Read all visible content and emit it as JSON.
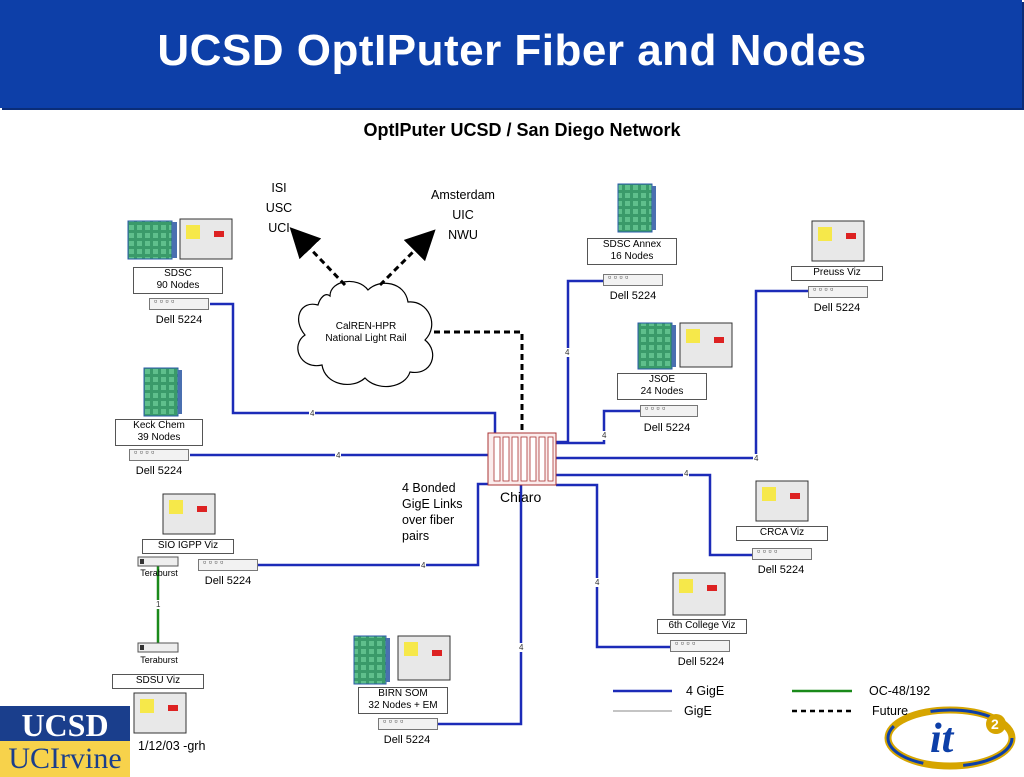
{
  "title": "UCSD OptIPuter Fiber and Nodes",
  "subtitle": "OptIPuter UCSD / San Diego Network",
  "remote_sites": {
    "west": [
      "ISI",
      "USC",
      "UCI"
    ],
    "east": [
      "Amsterdam",
      "UIC",
      "NWU"
    ]
  },
  "cloud_label": [
    "CalREN-HPR",
    "National Light Rail"
  ],
  "core": {
    "name": "Chiaro",
    "note": [
      "4 Bonded",
      "GigE Links",
      "over fiber",
      "pairs"
    ]
  },
  "switch_label": "Dell 5224",
  "nodes": {
    "sdsc": [
      "SDSC",
      "90 Nodes"
    ],
    "sdsc_annex": [
      "SDSC Annex",
      "16 Nodes"
    ],
    "preuss": "Preuss Viz",
    "jsoe": [
      "JSOE",
      "24 Nodes"
    ],
    "keck": [
      "Keck Chem",
      "39 Nodes"
    ],
    "sio": "SIO IGPP Viz",
    "crca": "CRCA Viz",
    "sixth": "6th College Viz",
    "birn": [
      "BIRN SOM",
      "32 Nodes + EM"
    ],
    "sdsu": "SDSU Viz"
  },
  "teraburst": "Teraburst",
  "link_labels": {
    "four": "4",
    "one": "1"
  },
  "legend": {
    "gige4": "4 GigE",
    "gige": "GigE",
    "oc48": "OC-48/192",
    "future": "Future"
  },
  "colors": {
    "header": "#0d3fa8",
    "link_4gige": "#1c2bb8",
    "link_oc48": "#1a8a1a",
    "link_gige": "#888888"
  },
  "footer": {
    "logo_top": "UCSD",
    "logo_bottom": "UCIrvine",
    "date": "1/12/03 -grh"
  },
  "it2_logo": "it2"
}
